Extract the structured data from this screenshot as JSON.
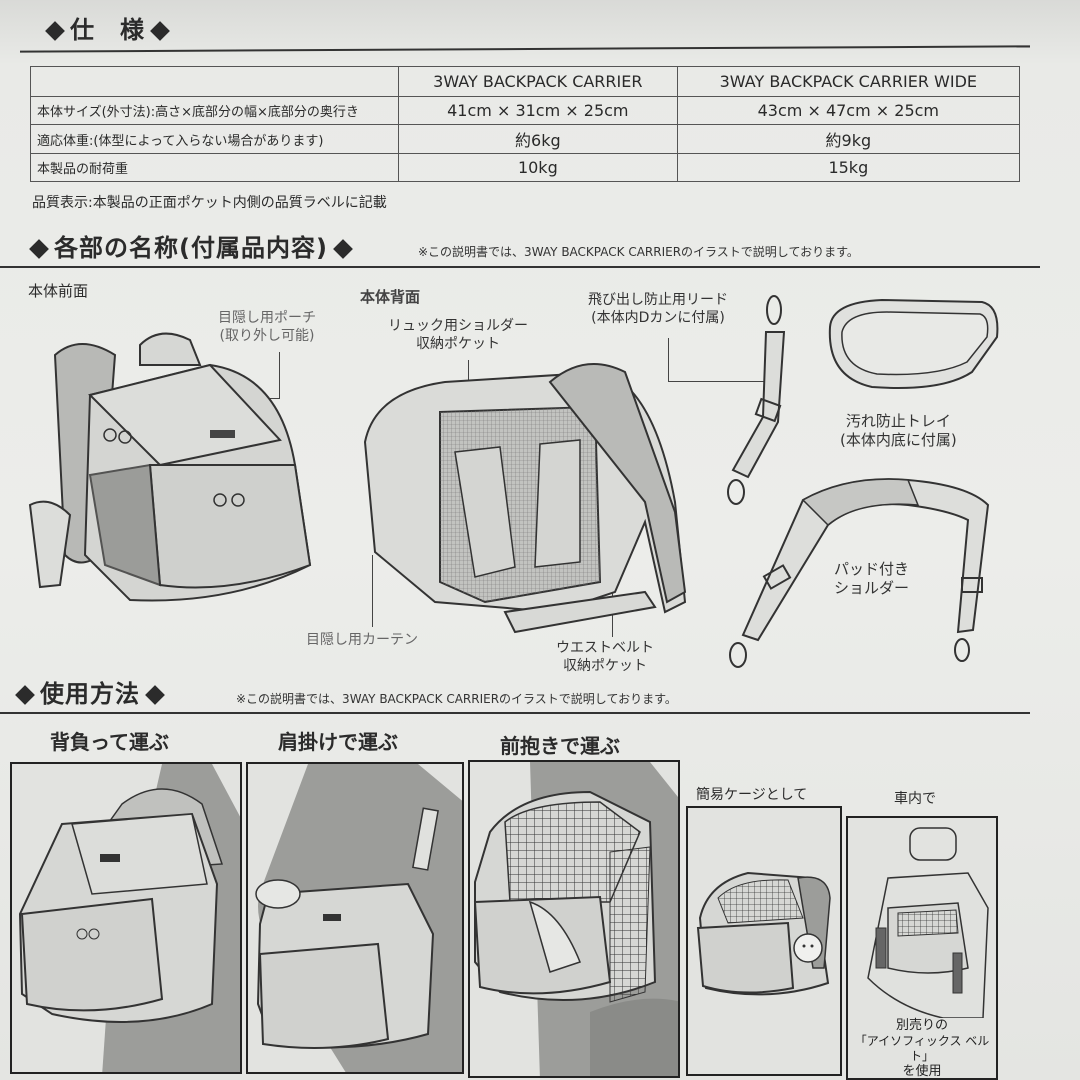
{
  "spec_section": {
    "title": "仕　様",
    "table": {
      "columns": [
        "",
        "3WAY BACKPACK CARRIER",
        "3WAY BACKPACK CARRIER WIDE"
      ],
      "rows": [
        {
          "label": "本体サイズ(外寸法):高さ×底部分の幅×底部分の奥行き",
          "standard": "41cm × 31cm × 25cm",
          "wide": "43cm × 47cm × 25cm"
        },
        {
          "label": "適応体重:(体型によって入らない場合があります)",
          "standard": "約6kg",
          "wide": "約9kg"
        },
        {
          "label": "本製品の耐荷重",
          "standard": "10kg",
          "wide": "15kg"
        }
      ]
    },
    "quality_note": "品質表示:本製品の正面ポケット内側の品質ラベルに記載"
  },
  "parts_section": {
    "title": "各部の名称(付属品内容)",
    "note": "※この説明書では、3WAY BACKPACK CARRIERのイラストで説明しております。",
    "front_label": "本体前面",
    "back_label": "本体背面",
    "callouts": {
      "pouch": [
        "目隠し用ポーチ",
        "(取り外し可能)"
      ],
      "shoulder_pocket": [
        "リュック用ショルダー",
        "収納ポケット"
      ],
      "lead": [
        "飛び出し防止用リード",
        "(本体内Dカンに付属)"
      ],
      "tray": [
        "汚れ防止トレイ",
        "(本体内底に付属)"
      ],
      "padded_shoulder": [
        "パッド付き",
        "ショルダー"
      ],
      "curtain": "目隠し用カーテン",
      "waist_belt": [
        "ウエストベルト",
        "収納ポケット"
      ]
    }
  },
  "usage_section": {
    "title": "使用方法",
    "note": "※この説明書では、3WAY BACKPACK CARRIERのイラストで説明しております。",
    "panels": [
      {
        "title": "背負って運ぶ"
      },
      {
        "title": "肩掛けで運ぶ"
      },
      {
        "title": "前抱きで運ぶ"
      },
      {
        "title": "簡易ケージとして"
      },
      {
        "title": "車内で",
        "caption": [
          "別売りの",
          "「アイソフィックス ベルト」",
          "を使用"
        ]
      }
    ]
  },
  "colors": {
    "paper": "#e9eae7",
    "ink": "#2b2b2b",
    "illustration_fill": "#c9cac7",
    "mesh": "#555555"
  }
}
